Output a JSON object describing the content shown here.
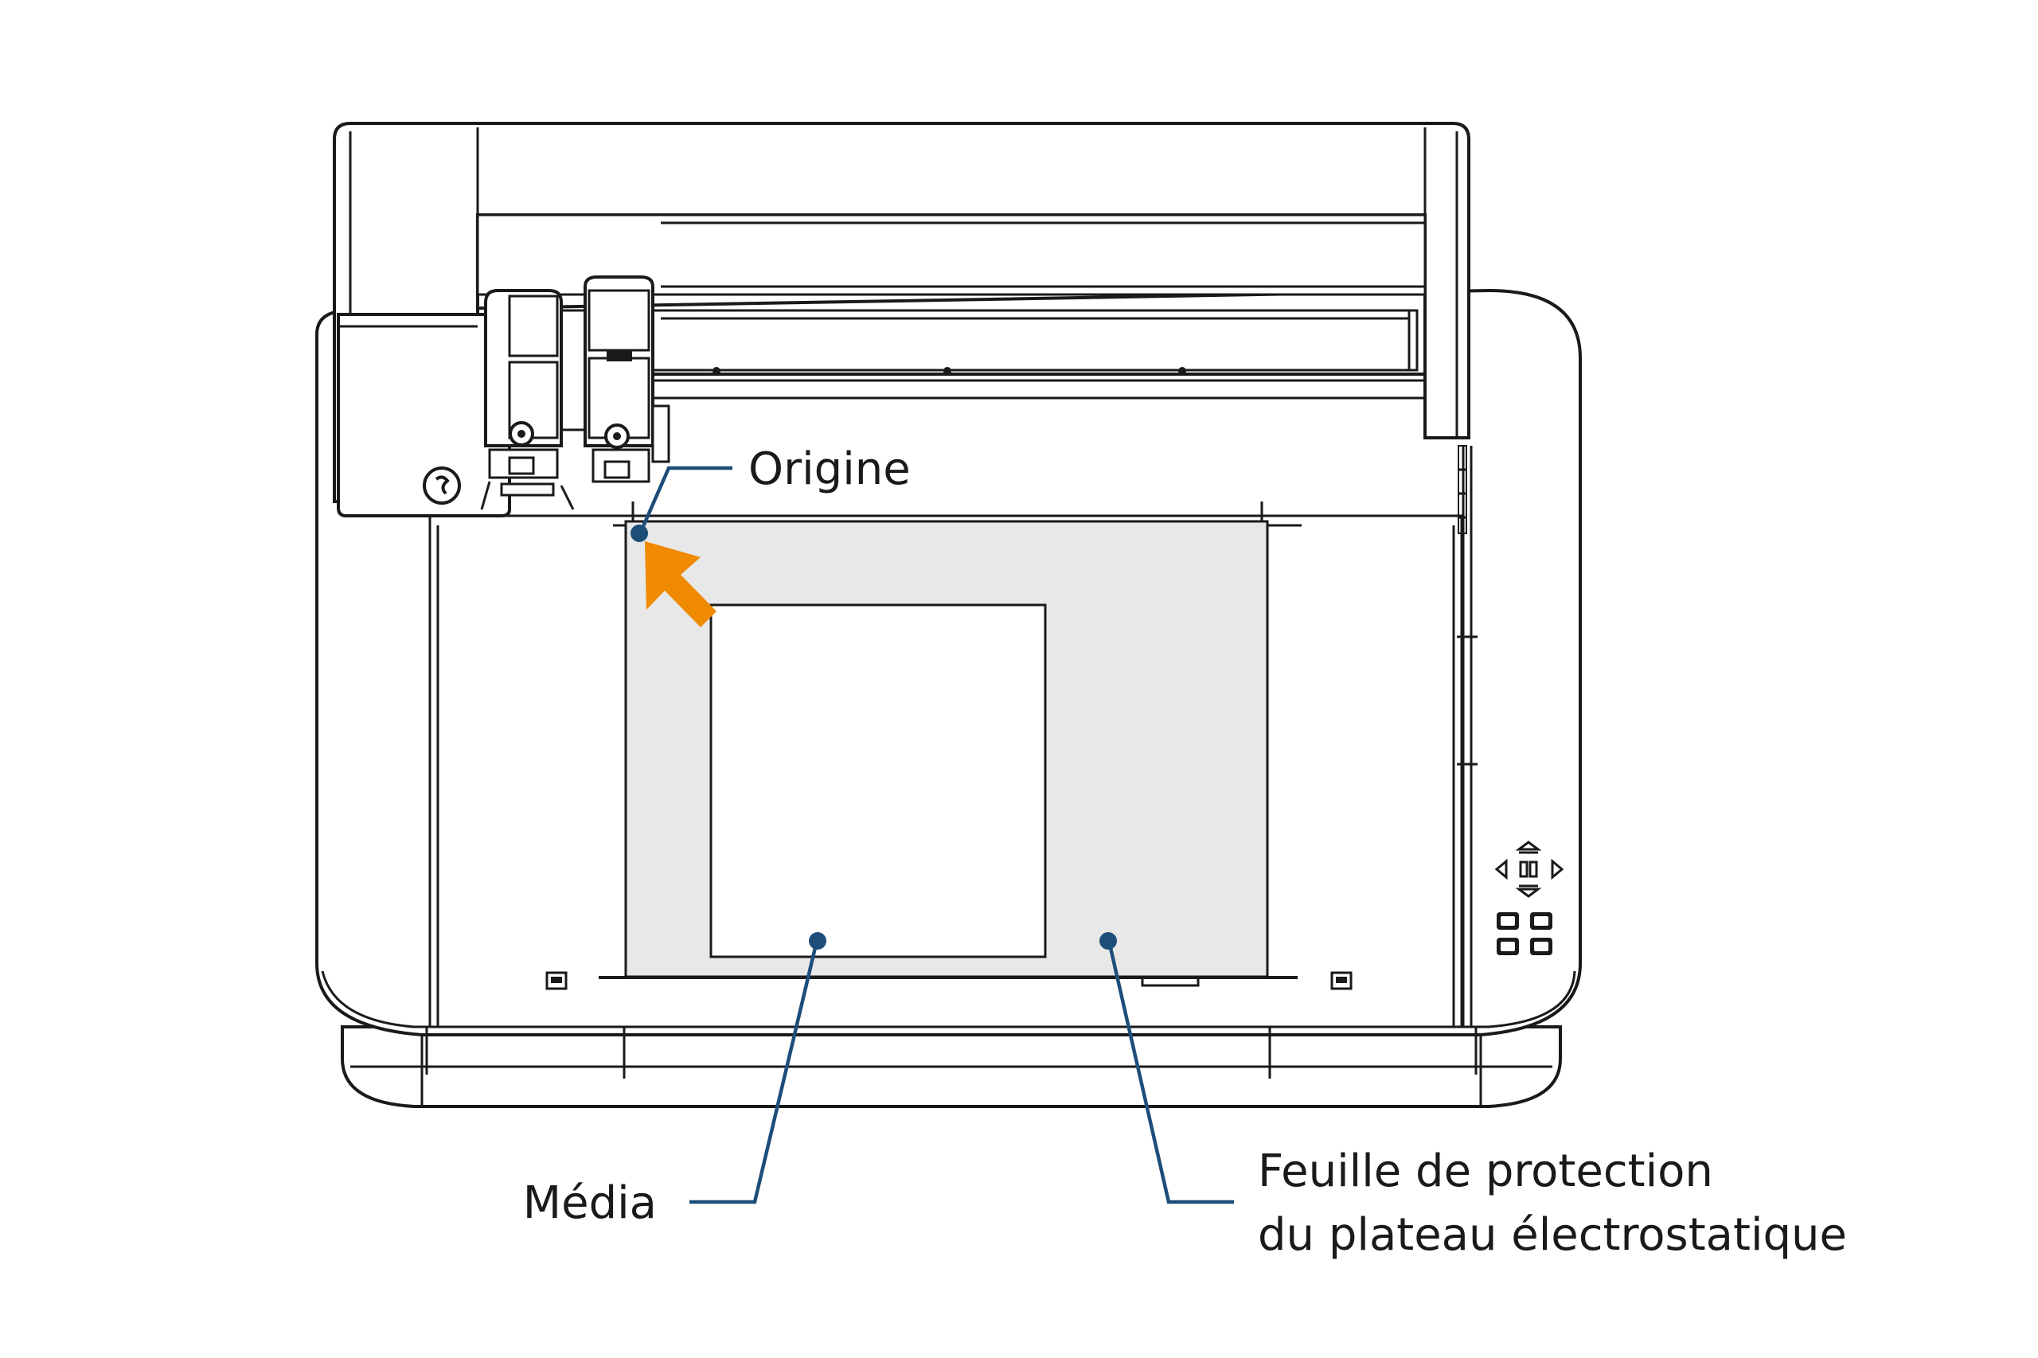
{
  "labels": {
    "origin": "Origine",
    "media": "Média",
    "sheet_line1": "Feuille de protection",
    "sheet_line2": "du plateau électrostatique"
  },
  "colors": {
    "line": "#1a1a1a",
    "sheet_fill": "#e8e8e8",
    "arrow": "#f08a00",
    "leader": "#1d4e7a"
  },
  "icons": {
    "arrow": "origin-arrow-icon",
    "control_panel": "control-panel-buttons-icon"
  }
}
